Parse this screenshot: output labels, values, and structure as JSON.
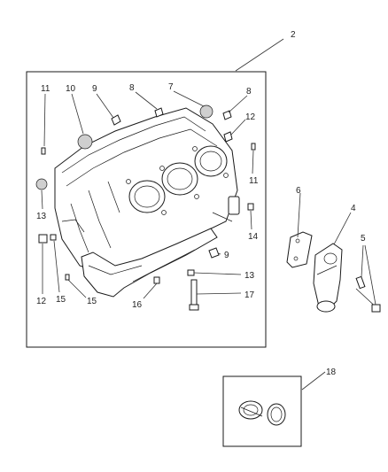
{
  "diagram": {
    "callouts": {
      "c2": "2",
      "c4": "4",
      "c5": "5",
      "c6": "6",
      "c7": "7",
      "c8a": "8",
      "c8b": "8",
      "c9a": "9",
      "c9b": "9",
      "c10": "10",
      "c11a": "11",
      "c11b": "11",
      "c12a": "12",
      "c12b": "12",
      "c13a": "13",
      "c13b": "13",
      "c14": "14",
      "c15a": "15",
      "c15b": "15",
      "c16": "16",
      "c17": "17",
      "c18": "18"
    },
    "colors": {
      "line": "#1a1a1a",
      "background": "#ffffff"
    }
  }
}
